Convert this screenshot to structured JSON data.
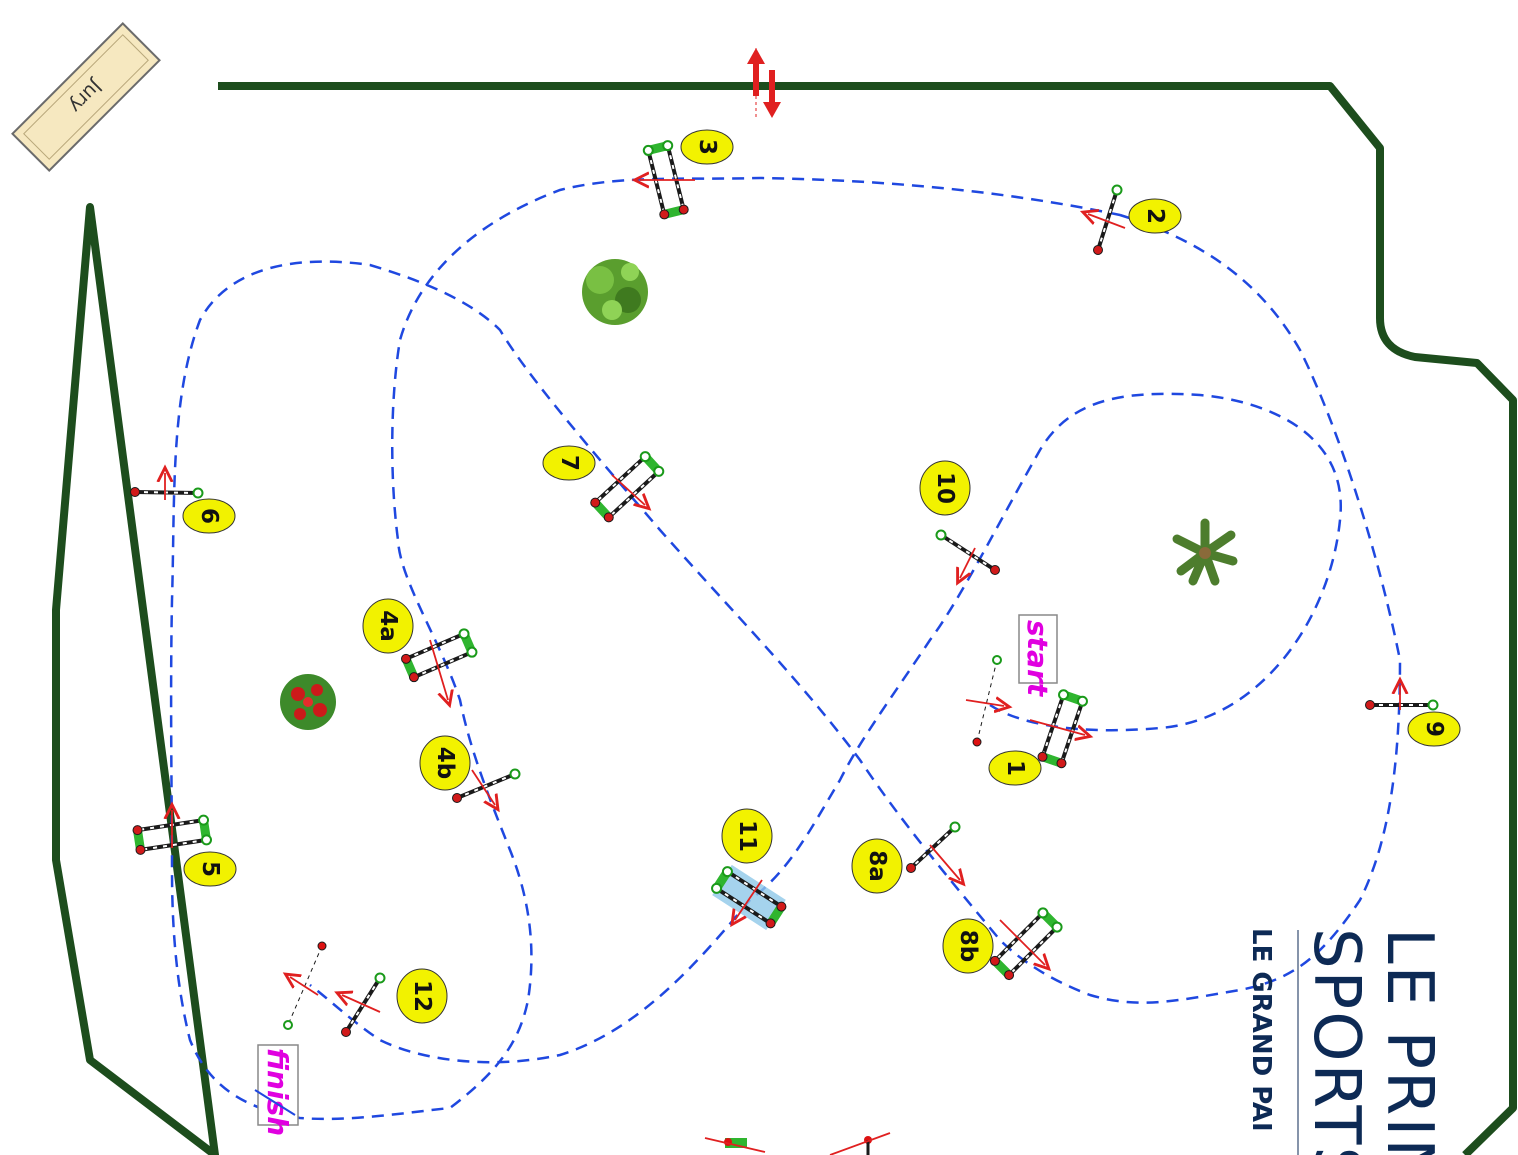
{
  "jury_label": "Jury",
  "start_label": "start",
  "finish_label": "finish",
  "title_line1": "LE PRIN",
  "title_line2": "SPORTS",
  "title_line3": "LE GRAND PAI",
  "colors": {
    "arena_border": "#1d4d1d",
    "course_line": "#1f48e0",
    "number_badge": "#f2f200",
    "direction_arrow": "#e02020",
    "label_text": "#e000e0",
    "title_text": "#0d2a55"
  },
  "obstacles": [
    {
      "id": "1",
      "label": "1"
    },
    {
      "id": "2",
      "label": "2"
    },
    {
      "id": "3",
      "label": "3"
    },
    {
      "id": "4a",
      "label": "4a"
    },
    {
      "id": "4b",
      "label": "4b"
    },
    {
      "id": "5",
      "label": "5"
    },
    {
      "id": "6",
      "label": "6"
    },
    {
      "id": "7",
      "label": "7"
    },
    {
      "id": "8a",
      "label": "8a"
    },
    {
      "id": "8b",
      "label": "8b"
    },
    {
      "id": "9",
      "label": "9"
    },
    {
      "id": "10",
      "label": "10"
    },
    {
      "id": "11",
      "label": "11"
    },
    {
      "id": "12",
      "label": "12"
    }
  ],
  "icons": [
    "jury-box-icon",
    "bush-icon",
    "palm-tree-icon",
    "flower-bed-icon",
    "entrance-arrows-icon"
  ]
}
